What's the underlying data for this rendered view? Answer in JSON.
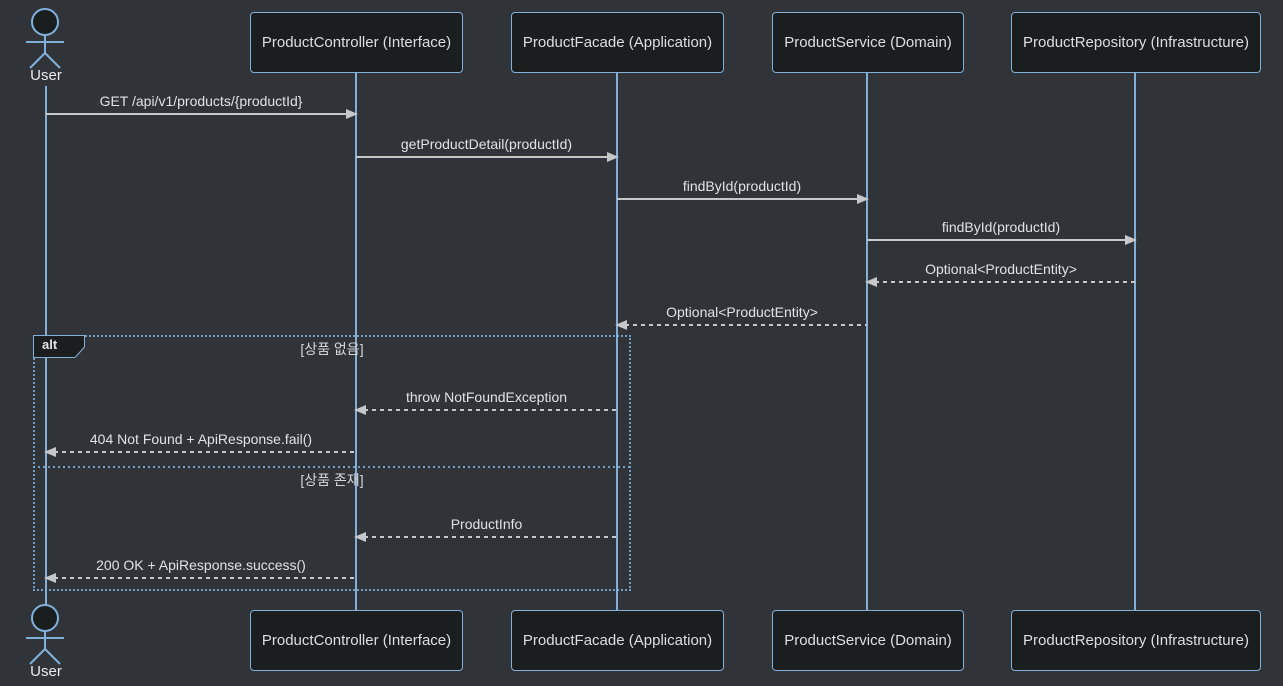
{
  "diagram": {
    "type": "sequence",
    "theme": "dark",
    "colors": {
      "background": "#303338",
      "participant_fill": "#1b1e1f",
      "participant_border": "#81b1db",
      "lifeline": "#84aed6",
      "message_line": "#c5c7c9",
      "text": "#e0e2e4"
    }
  },
  "actor": {
    "label": "User"
  },
  "participants": [
    {
      "name": "ProductController (Interface)"
    },
    {
      "name": "ProductFacade (Application)"
    },
    {
      "name": "ProductService (Domain)"
    },
    {
      "name": "ProductRepository (Infrastructure)"
    }
  ],
  "messages": [
    {
      "from": "User",
      "to": "ProductController (Interface)",
      "label": "GET /api/v1/products/{productId}",
      "line": "solid",
      "direction": "right"
    },
    {
      "from": "ProductController (Interface)",
      "to": "ProductFacade (Application)",
      "label": "getProductDetail(productId)",
      "line": "solid",
      "direction": "right"
    },
    {
      "from": "ProductFacade (Application)",
      "to": "ProductService (Domain)",
      "label": "findById(productId)",
      "line": "solid",
      "direction": "right"
    },
    {
      "from": "ProductService (Domain)",
      "to": "ProductRepository (Infrastructure)",
      "label": "findById(productId)",
      "line": "solid",
      "direction": "right"
    },
    {
      "from": "ProductRepository (Infrastructure)",
      "to": "ProductService (Domain)",
      "label": "Optional<ProductEntity>",
      "line": "dashed",
      "direction": "left"
    },
    {
      "from": "ProductService (Domain)",
      "to": "ProductFacade (Application)",
      "label": "Optional<ProductEntity>",
      "line": "dashed",
      "direction": "left"
    },
    {
      "from": "ProductFacade (Application)",
      "to": "ProductController (Interface)",
      "label": "throw NotFoundException",
      "line": "dashed",
      "direction": "left"
    },
    {
      "from": "ProductController (Interface)",
      "to": "User",
      "label": "404 Not Found + ApiResponse.fail()",
      "line": "dashed",
      "direction": "left"
    },
    {
      "from": "ProductFacade (Application)",
      "to": "ProductController (Interface)",
      "label": "ProductInfo",
      "line": "dashed",
      "direction": "left"
    },
    {
      "from": "ProductController (Interface)",
      "to": "User",
      "label": "200 OK + ApiResponse.success()",
      "line": "dashed",
      "direction": "left"
    }
  ],
  "alt": {
    "keyword": "alt",
    "conditions": [
      "[상품 없음]",
      "[상품 존재]"
    ]
  }
}
